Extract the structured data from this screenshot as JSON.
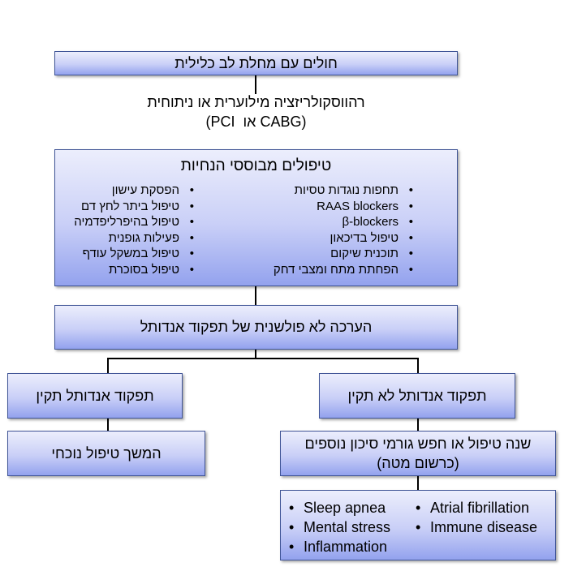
{
  "boxes": {
    "patients": "חולים עם מחלת לב כלילית",
    "revasc_line1": "רהווסקולריזציה מילוערית או ניתוחית",
    "revasc_line2": "(PCI  או CABG)",
    "guideline_title": "טיפולים מבוססי הנחיות",
    "guideline_right": [
      "תחפות נוגדות טסיות",
      "RAAS blockers",
      "β-blockers",
      "טיפול בדיכאון",
      "תוכנית שיקום",
      "הפחתת מתח ומצבי דחק"
    ],
    "guideline_left": [
      "הפסקת עישון",
      "טיפול ביתר לחץ דם",
      "טיפול בהיפרליפדמיה",
      "פעילות גופנית",
      "טיפול במשקל עודף",
      "טיפול בסוכרת"
    ],
    "assessment": "הערכה לא פולשנית של תפקוד אנדותל",
    "normal": "תפקוד אנדותל תקין",
    "abnormal": "תפקוד אנדותל לא תקין",
    "continue": "המשך טיפול נוכחי",
    "change_line1": "שנה טיפול או חפש גורמי סיכון נוספים",
    "change_line2": "(כרשום מטה)",
    "risk_left": [
      "Sleep apnea",
      "Mental stress",
      "Inflammation"
    ],
    "risk_right": [
      "Atrial fibrillation",
      "Immune disease"
    ]
  },
  "colors": {
    "border": "#3f5496",
    "fill_top": "#eceefc",
    "fill_bottom": "#93a2ee"
  }
}
